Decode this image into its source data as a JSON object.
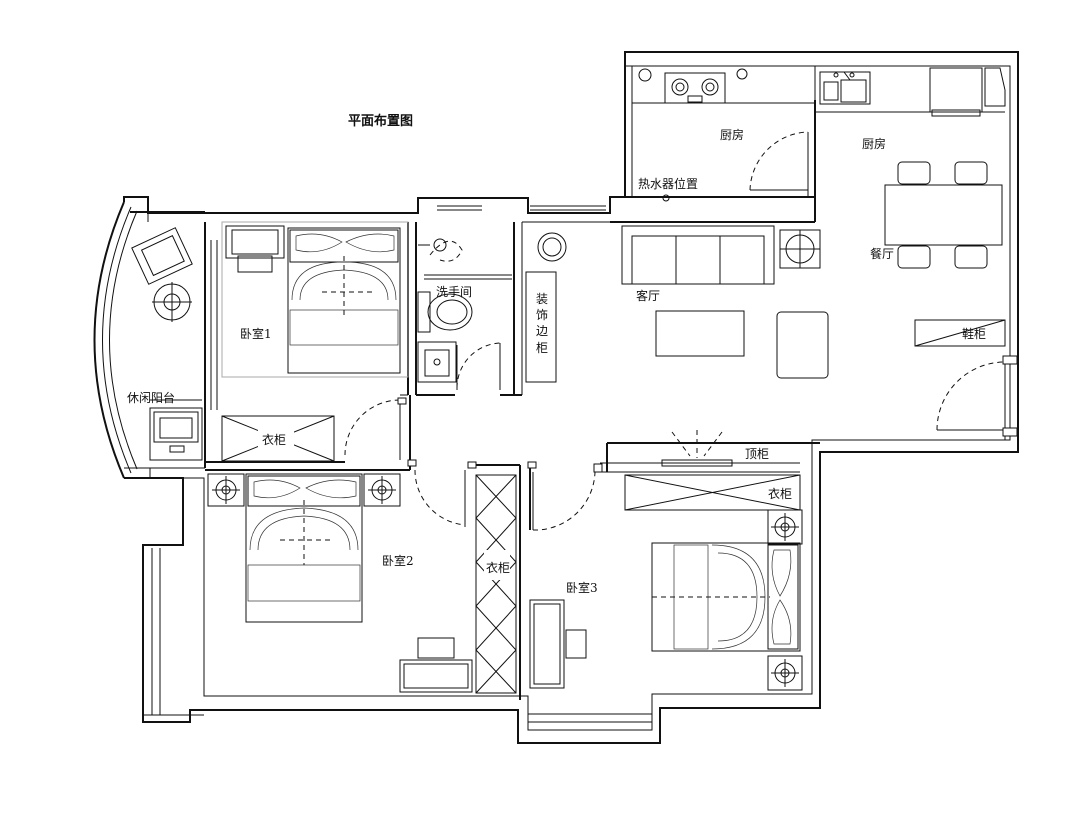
{
  "title": "平面布置图",
  "rooms": {
    "balcony": "休闲阳台",
    "bedroom1": "卧室1",
    "bathroom": "洗手间",
    "deco_cabinet": [
      "装",
      "饰",
      "边",
      "柜"
    ],
    "living": "客厅",
    "kitchen1": "厨房",
    "kitchen2": "厨房",
    "water_heater": "热水器位置",
    "dining": "餐厅",
    "shoe_cabinet": "鞋柜",
    "wardrobe1": "衣柜",
    "bedroom2": "卧室2",
    "wardrobe2": "衣柜",
    "bedroom3": "卧室3",
    "top_cabinet": "顶柜",
    "wardrobe3": "衣柜"
  }
}
